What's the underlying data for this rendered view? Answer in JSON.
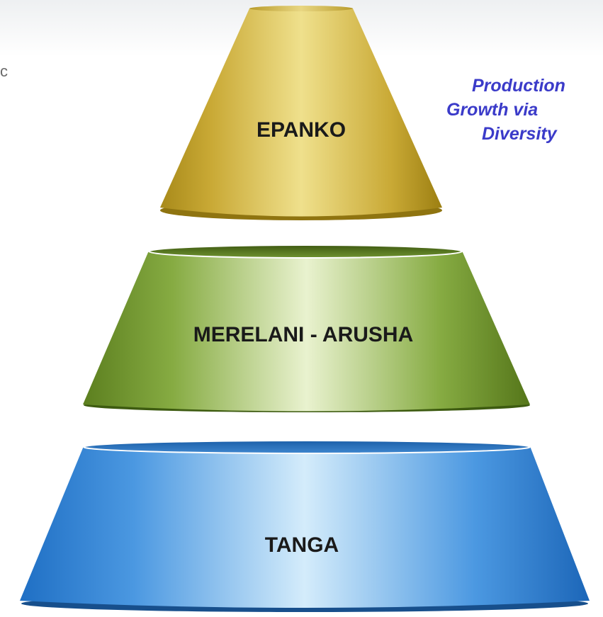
{
  "diagram": {
    "tiers": [
      {
        "label": "EPANKO",
        "color": "#c9a62b"
      },
      {
        "label": "MERELANI - ARUSHA",
        "color": "#7ea53a"
      },
      {
        "label": "TANGA",
        "color": "#3b86d6"
      }
    ],
    "side_note": {
      "lines": [
        "Production",
        "Growth via",
        "Diversity"
      ],
      "color": "#3b3bc9"
    },
    "edge_glyph": "c"
  }
}
